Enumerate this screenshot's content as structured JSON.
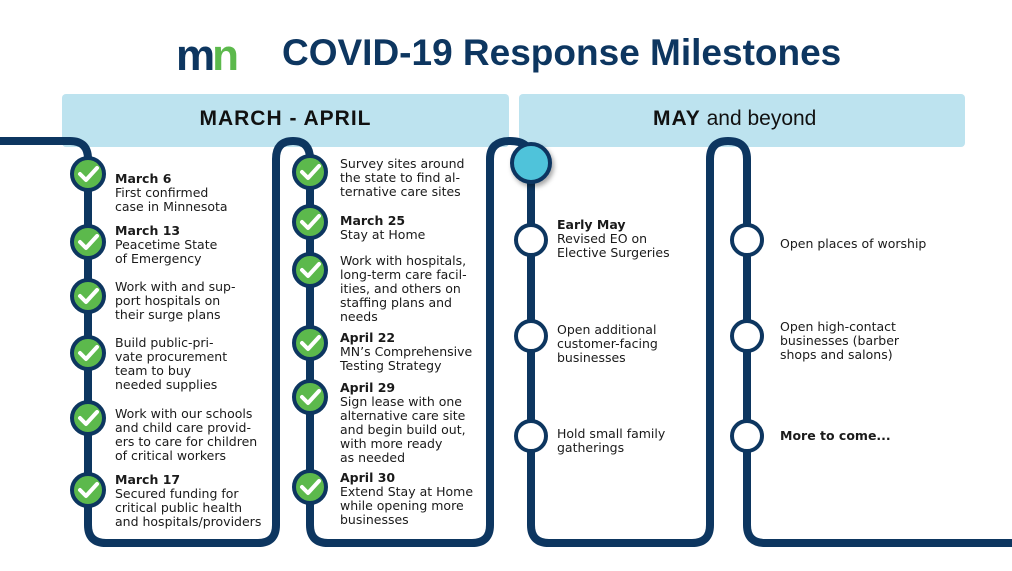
{
  "logo": {
    "m": "m",
    "n": "n"
  },
  "title": "COVID-19 Response Milestones",
  "periods": {
    "left": "MARCH - APRIL",
    "right_bold": "MAY",
    "right_rest": " and beyond"
  },
  "colors": {
    "navy": "#0d3660",
    "green": "#5cb94c",
    "cyan": "#4fc3da",
    "bar": "#bde3ef"
  },
  "columns": [
    {
      "status": "complete",
      "items": [
        {
          "date": "March 6",
          "text": "First confirmed\ncase in Minnesota"
        },
        {
          "date": "March 13",
          "text": "Peacetime State\nof Emergency"
        },
        {
          "date": "",
          "text": "Work with and sup-\nport hospitals on\ntheir surge plans"
        },
        {
          "date": "",
          "text": "Build public-pri-\nvate procurement\nteam to buy\nneeded supplies"
        },
        {
          "date": "",
          "text": "Work with our schools\nand child care provid-\ners to care for children\nof critical workers"
        },
        {
          "date": "March 17",
          "text": "Secured funding for\ncritical public health\nand hospitals/providers"
        }
      ]
    },
    {
      "status": "complete",
      "items": [
        {
          "date": "",
          "text": "Survey sites around\nthe state to find al-\nternative care sites"
        },
        {
          "date": "March 25",
          "text": "Stay at Home"
        },
        {
          "date": "",
          "text": "Work with hospitals,\nlong-term care facil-\nities, and others on\nstaffing plans and\nneeds"
        },
        {
          "date": "April 22",
          "text": "MN’s Comprehensive\nTesting Strategy"
        },
        {
          "date": "April 29",
          "text": "Sign lease with one\nalternative care site\nand begin build out,\nwith more ready\nas needed"
        },
        {
          "date": "April 30",
          "text": "Extend Stay at Home\nwhile opening more\nbusinesses"
        }
      ]
    },
    {
      "status": "upcoming",
      "items": [
        {
          "date": "Early May",
          "text": "Revised EO on\nElective Surgeries"
        },
        {
          "date": "",
          "text": "Open additional\ncustomer-facing\nbusinesses"
        },
        {
          "date": "",
          "text": "Hold small family\ngatherings"
        }
      ]
    },
    {
      "status": "upcoming",
      "items": [
        {
          "date": "",
          "text": "Open places of worship"
        },
        {
          "date": "",
          "text": "Open high-contact\nbusinesses (barber\nshops and salons)"
        },
        {
          "date": "",
          "text": "More to come..."
        }
      ]
    }
  ]
}
